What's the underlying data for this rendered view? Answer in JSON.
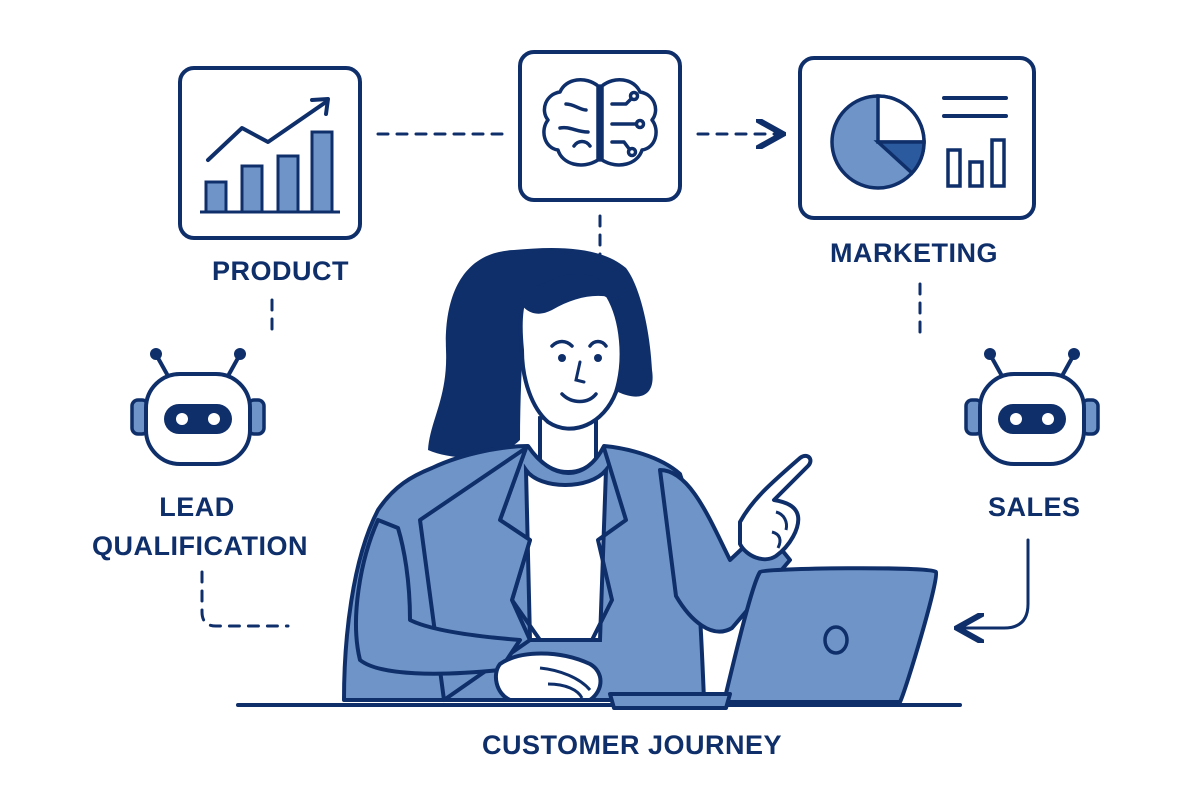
{
  "diagram": {
    "nodes": {
      "product": {
        "label": "PRODUCT",
        "icon": "bar-chart-growth-icon"
      },
      "ai_core": {
        "icon": "brain-circuit-icon"
      },
      "marketing": {
        "label": "MARKETING",
        "icon": "pie-chart-dashboard-icon"
      },
      "lead_qualification": {
        "label_line1": "LEAD",
        "label_line2": "QUALIFICATION",
        "icon": "robot-head-icon"
      },
      "sales": {
        "label": "SALES",
        "icon": "robot-head-icon"
      },
      "center": {
        "label": "CUSTOMER JOURNEY",
        "icon": "woman-with-laptop-illustration"
      }
    },
    "colors": {
      "ink": "#0f2f6b",
      "fill": "#6f95c8",
      "fill_dark": "#2c5a9e",
      "background": "#ffffff"
    }
  }
}
